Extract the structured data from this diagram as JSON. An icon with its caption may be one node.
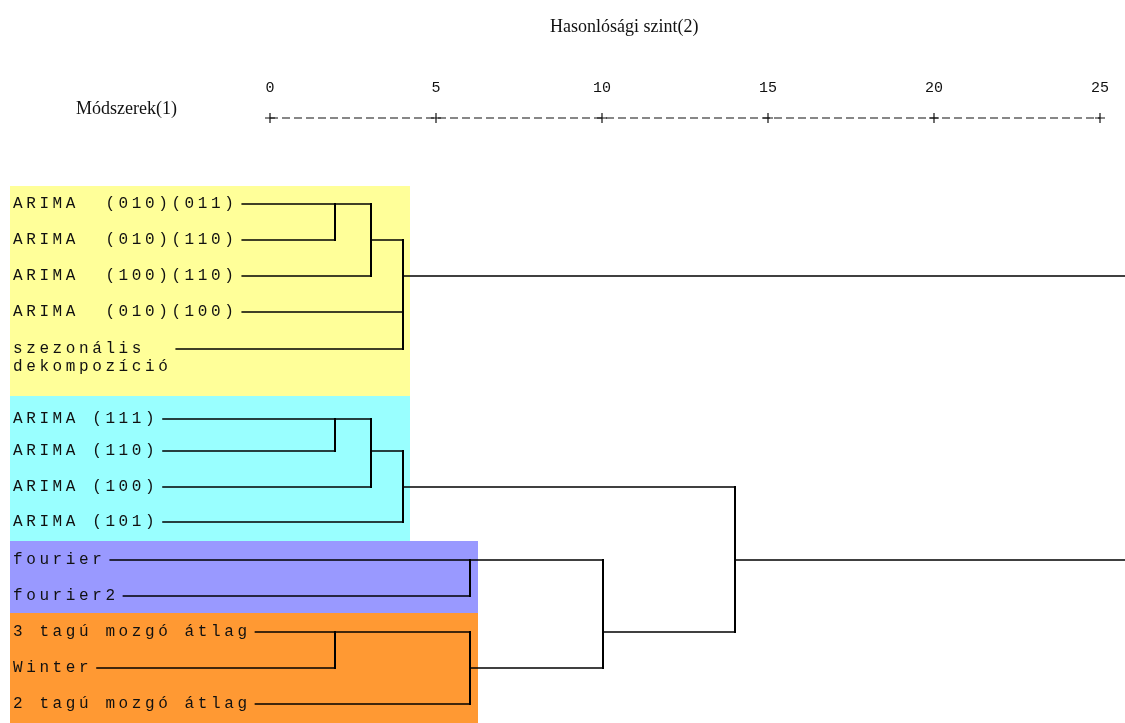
{
  "diagram": {
    "title": "Hasonlósági szint(2)",
    "nodes": [
      {
        "text": [],
        "shape": "box"
      },
      {
        "text": [
          "ARIMA  (010)(011)"
        ],
        "in": 0
      },
      {
        "text": [
          "ARIMA  (010)(110)"
        ],
        "in": 0
      },
      {
        "text": [
          "ARIMA  (100)(110)"
        ],
        "in": 0
      },
      {
        "text": [
          "ARIMA  (010)(100)"
        ],
        "in": 0
      },
      {
        "text": [
          "szezonális dekompozíció"
        ],
        "in": 0
      },
      {
        "text": [],
        "shape": "box"
      },
      {
        "text": [
          "ARIMA (111)"
        ],
        "in": 6
      },
      {
        "text": [
          "ARIMA (110)"
        ],
        "in": 6
      },
      {
        "text": [
          "ARIMA (100)"
        ],
        "in": 6
      },
      {
        "text": [
          "ARIMA (101)"
        ],
        "in": 6
      },
      {
        "text": [],
        "shape": "box"
      },
      {
        "text": [
          "fourier"
        ],
        "in": 11
      },
      {
        "text": [
          "fourier2"
        ],
        "in": 11
      },
      {
        "text": [],
        "shape": "box"
      },
      {
        "text": [
          "3 tagú mozgó átlag"
        ],
        "in": 14
      },
      {
        "text": [
          "Winter"
        ],
        "in": 14
      },
      {
        "text": [
          "2 tagú mozgó átlag"
        ],
        "in": 14
      },
      {
        "text": [],
        "shape": "bar",
        "in": 0
      },
      {
        "text": [],
        "shape": "bar",
        "in": 0
      },
      {
        "text": [],
        "shape": "bar",
        "in": 0
      },
      {
        "text": [],
        "shape": "bar",
        "in": 6
      },
      {
        "text": [],
        "shape": "bar",
        "in": 6
      },
      {
        "text": [],
        "shape": "bar",
        "in": 6
      },
      {
        "text": [],
        "shape": "bar",
        "in": 11
      },
      {
        "text": [],
        "shape": "bar",
        "in": 14
      },
      {
        "text": [],
        "shape": "bar",
        "in": 14
      },
      {
        "text": [],
        "shape": "bar"
      },
      {
        "text": [],
        "shape": "bar"
      }
    ],
    "edges": [
      {
        "from": 1,
        "to": 18,
        "arrow": "none"
      },
      {
        "from": 2,
        "to": 18,
        "arrow": "none"
      },
      {
        "from": 18,
        "to": 19,
        "arrow": "none"
      },
      {
        "from": 3,
        "to": 19,
        "arrow": "none"
      },
      {
        "from": 19,
        "to": 20,
        "arrow": "none"
      },
      {
        "from": 4,
        "to": 20,
        "arrow": "none"
      },
      {
        "from": 5,
        "to": 20,
        "arrow": "none"
      },
      {
        "from": 20,
        "to": null,
        "arrow": "none"
      },
      {
        "from": 7,
        "to": 21,
        "arrow": "none"
      },
      {
        "from": 8,
        "to": 21,
        "arrow": "none"
      },
      {
        "from": 21,
        "to": 22,
        "arrow": "none"
      },
      {
        "from": 9,
        "to": 22,
        "arrow": "none"
      },
      {
        "from": 22,
        "to": 23,
        "arrow": "none"
      },
      {
        "from": 10,
        "to": 23,
        "arrow": "none"
      },
      {
        "from": 12,
        "to": 24,
        "arrow": "none"
      },
      {
        "from": 13,
        "to": 24,
        "arrow": "none"
      },
      {
        "from": 15,
        "to": 25,
        "arrow": "none"
      },
      {
        "from": 16,
        "to": 25,
        "arrow": "none"
      },
      {
        "from": 25,
        "to": 26,
        "arrow": "none"
      },
      {
        "from": 17,
        "to": 26,
        "arrow": "none"
      },
      {
        "from": 24,
        "to": 27,
        "arrow": "none"
      },
      {
        "from": 26,
        "to": 27,
        "arrow": "none"
      },
      {
        "from": 23,
        "to": 28,
        "arrow": "none"
      },
      {
        "from": 27,
        "to": 28,
        "arrow": "none"
      },
      {
        "from": 28,
        "to": null,
        "arrow": "none"
      }
    ],
    "labels": [
      "Módszerek(1)",
      "0",
      "5",
      "10",
      "15",
      "20",
      "25"
    ]
  }
}
